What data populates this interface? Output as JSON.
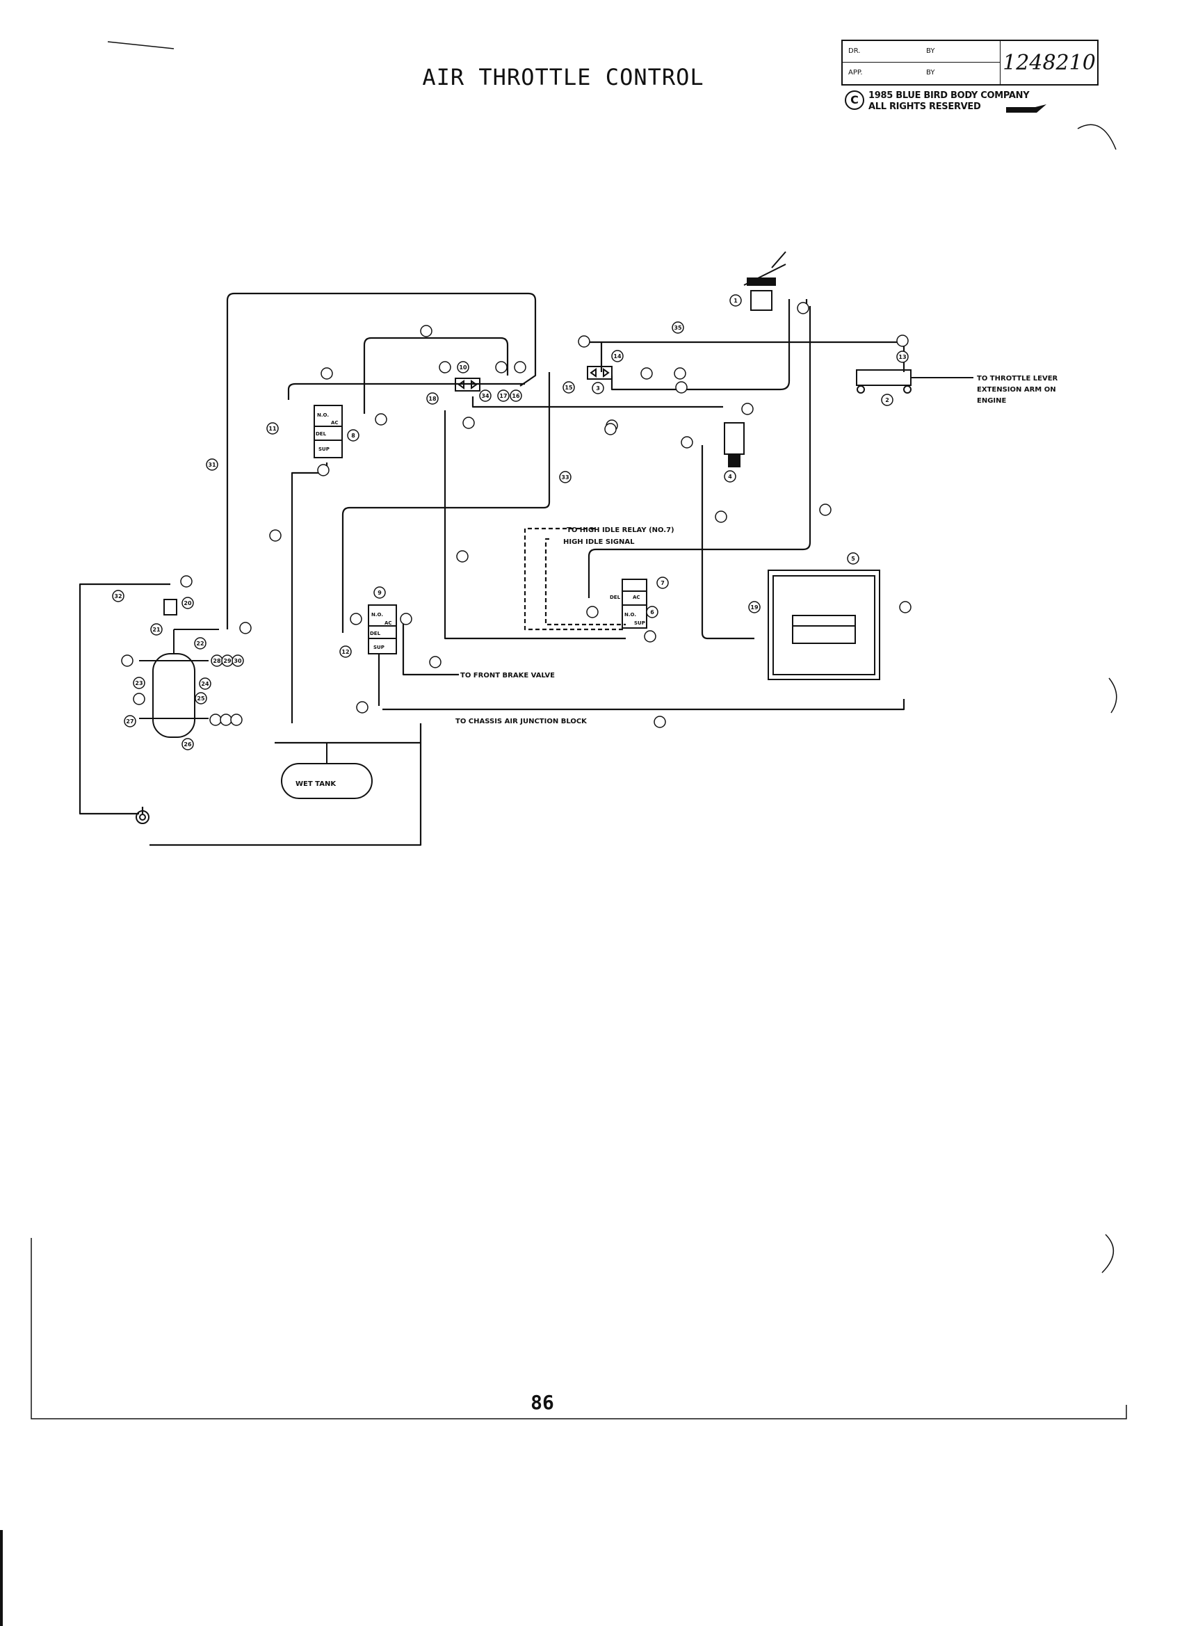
{
  "title": "AIR THROTTLE CONTROL",
  "title_block": {
    "dr_label": "DR.",
    "app_label": "APP.",
    "by_label": "BY",
    "drawing_number": "1248210"
  },
  "copyright": {
    "symbol": "C",
    "line1": "1985 BLUE BIRD BODY COMPANY",
    "line2": "ALL RIGHTS RESERVED"
  },
  "diagram": {
    "labels": {
      "throttle_lever": [
        "TO THROTTLE LEVER",
        "EXTENSION ARM ON",
        "ENGINE"
      ],
      "high_idle_relay": "TO HIGH IDLE RELAY (NO.7)",
      "high_idle_signal": "HIGH IDLE SIGNAL",
      "front_brake_valve": "TO FRONT BRAKE VALVE",
      "chassis_air_junction": "TO CHASSIS AIR JUNCTION BLOCK",
      "wet_tank": "WET TANK"
    },
    "valve_marks": {
      "no": "N.O.",
      "del": "DEL",
      "ac": "AC",
      "sup": "SUP"
    },
    "callouts": [
      "1",
      "2",
      "3",
      "4",
      "5",
      "6",
      "7",
      "8",
      "9",
      "10",
      "11",
      "12",
      "13",
      "14",
      "15",
      "16",
      "17",
      "18",
      "19",
      "20",
      "21",
      "22",
      "23",
      "24",
      "25",
      "26",
      "27",
      "28",
      "29",
      "30",
      "31",
      "32",
      "33",
      "34",
      "35"
    ]
  },
  "page_number": "86"
}
